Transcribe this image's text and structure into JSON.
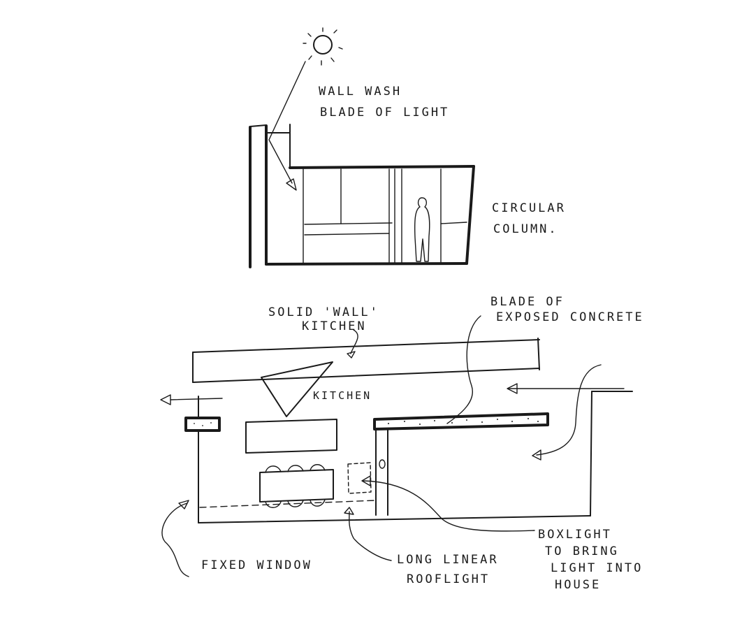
{
  "section_labels": {
    "wall_wash_1": "Wall Wash",
    "wall_wash_2": "Blade of Light",
    "column_1": "Circular",
    "column_2": "Column."
  },
  "plan_labels": {
    "solid_wall_1": "Solid 'Wall'",
    "solid_wall_2": "Kitchen",
    "blade_1": "Blade of",
    "blade_2": "Exposed Concrete",
    "kitchen": "Kitchen",
    "boxlight_1": "Boxlight",
    "boxlight_2": "to Bring",
    "boxlight_3": "Light into",
    "boxlight_4": "House",
    "fixed_window": "Fixed Window",
    "rooflight_1": "Long Linear",
    "rooflight_2": "Rooflight"
  },
  "colors": {
    "ink": "#1a1a1a",
    "paper": "#ffffff"
  }
}
